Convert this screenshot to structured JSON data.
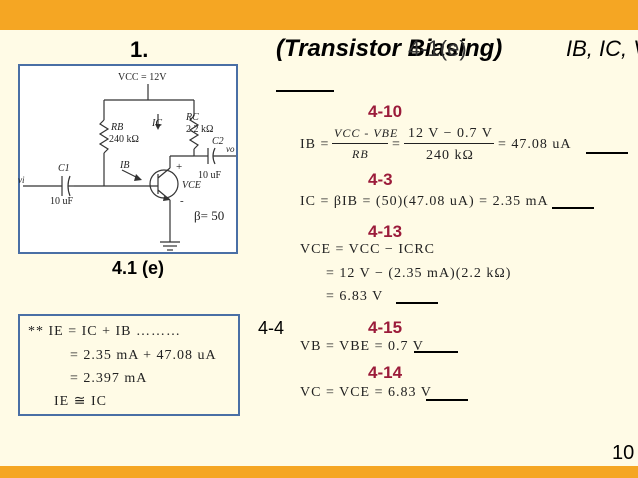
{
  "slide": {
    "number": "1.",
    "title": "(Transistor Biasing)",
    "title_overlap": "4-1(e)",
    "title_vars": "IB, IC, V",
    "figure_label": "4.1 (e)",
    "page_number": "10",
    "colors": {
      "bar": "#f5a623",
      "step": "#9b1b3a",
      "box_border": "#4a6fa5",
      "background": "#fffbe6"
    }
  },
  "circuit": {
    "vcc": "VCC = 12V",
    "rb_name": "RB",
    "rb_value": "240 kΩ",
    "rc_name": "RC",
    "rc_value": "2.2 kΩ",
    "c1": "C1",
    "c1_value": "10 uF",
    "c2": "C2",
    "c2_value": "10 uF",
    "ic": "IC",
    "ib": "IB",
    "vce": "VCE",
    "vi": "vi",
    "vo": "vo",
    "plus": "+",
    "minus": "-",
    "beta": "β= 50"
  },
  "steps": {
    "s1": "4-10",
    "s2": "4-3",
    "s3": "4-13",
    "s4": "4-15",
    "s5": "4-14"
  },
  "equations": {
    "ib_lhs": "IB =",
    "ib_num1": "VCC - VBE",
    "ib_den1": "RB",
    "ib_eq": "=",
    "ib_num2": "12 V − 0.7 V",
    "ib_den2": "240 kΩ",
    "ib_result": "= 47.08 uA",
    "ic": "IC = βIB = (50)(47.08 uA) = 2.35 mA",
    "vce1": "VCE = VCC − ICRC",
    "vce2": "= 12 V − (2.35 mA)(2.2 kΩ)",
    "vce3": "= 6.83 V",
    "vb": "VB = VBE = 0.7 V",
    "vc": "VC = VCE = 6.83 V"
  },
  "box": {
    "line1": "** IE = IC + IB ………",
    "line2": "= 2.35 mA + 47.08 uA",
    "line3": "= 2.397 mA",
    "line4": "IE ≅ IC",
    "ref": "4-4"
  }
}
